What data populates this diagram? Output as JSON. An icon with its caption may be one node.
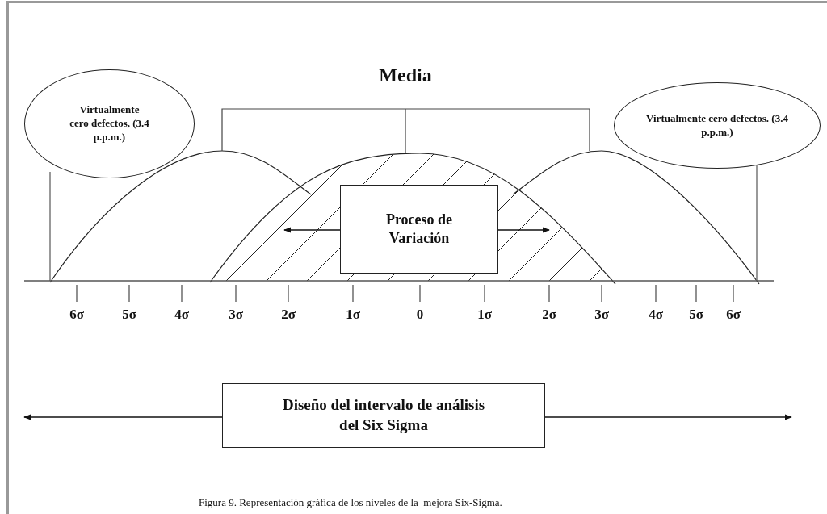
{
  "diagram": {
    "caption": "Figura 9. Representación gráfica de los niveles de la  mejora Six-Sigma.",
    "nodes": [
      {
        "text": [
          "Virtualmente cero defectos, (3.4 p.p.m.)"
        ]
      },
      {
        "text": [
          "Virtualmente cero defectos. (3.4 p.p.m.)"
        ]
      },
      {
        "text": [
          "Proceso de Variación"
        ]
      },
      {
        "text": [
          "Diseño del intervalo de análisis del Six Sigma"
        ]
      }
    ],
    "edges": [
      {
        "from": 2,
        "to": null,
        "arrow": "to"
      },
      {
        "from": 2,
        "to": null,
        "arrow": "to"
      },
      {
        "from": 3,
        "to": null,
        "arrow": "to"
      },
      {
        "from": 3,
        "to": null,
        "arrow": "to"
      }
    ],
    "labels": [
      "Media",
      "6σ",
      "5σ",
      "4σ",
      "3σ",
      "2σ",
      "1σ",
      "0",
      "1σ",
      "2σ",
      "3σ",
      "4σ",
      "5σ",
      "6σ"
    ]
  }
}
